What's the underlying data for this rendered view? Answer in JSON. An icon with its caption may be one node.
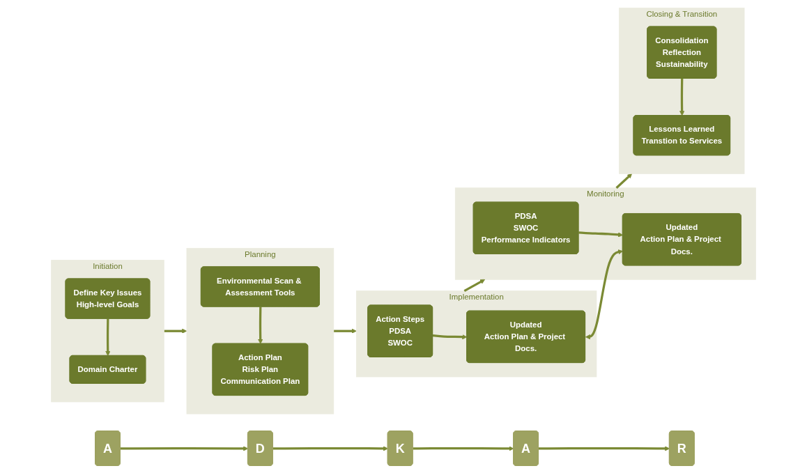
{
  "diagram": {
    "nodes": [
      {
        "text": [
          "Initiation"
        ]
      },
      {
        "text": [
          "Define Key Issues",
          "High-level Goals"
        ],
        "in": 0
      },
      {
        "text": [
          "Domain Charter"
        ],
        "in": 0
      },
      {
        "text": [
          "Planning"
        ]
      },
      {
        "text": [
          "Environmental Scan & Assessment Tools"
        ],
        "in": 3
      },
      {
        "text": [
          "Action Plan",
          "Risk Plan",
          "Communication Plan"
        ],
        "in": 3
      },
      {
        "text": [
          "Implementation"
        ]
      },
      {
        "text": [
          "Action Steps",
          "PDSA",
          "SWOC"
        ],
        "in": 6
      },
      {
        "text": [
          "Updated",
          "Action Plan & Project Docs."
        ],
        "in": 6
      },
      {
        "text": [
          "Monitoring"
        ]
      },
      {
        "text": [
          "PDSA",
          "SWOC",
          "Performance Indicators"
        ],
        "in": 9
      },
      {
        "text": [
          "Updated",
          "Action Plan & Project Docs."
        ],
        "in": 9
      },
      {
        "text": [
          "Closing & Transition"
        ]
      },
      {
        "text": [
          "Consolidation",
          "Reflection",
          "Sustainability"
        ],
        "in": 12
      },
      {
        "text": [
          "Lessons Learned",
          "Transtion to Services"
        ],
        "in": 12
      },
      {
        "text": [
          "A"
        ]
      },
      {
        "text": [
          "D"
        ]
      },
      {
        "text": [
          "K"
        ]
      },
      {
        "text": [
          "A"
        ]
      },
      {
        "text": [
          "R"
        ]
      }
    ],
    "edges": [
      {
        "from": 0,
        "to": 3,
        "arrow": "to"
      },
      {
        "from": 3,
        "to": 6,
        "arrow": "to"
      },
      {
        "from": 6,
        "to": 9,
        "arrow": "to"
      },
      {
        "from": 9,
        "to": 12,
        "arrow": "to"
      },
      {
        "from": 1,
        "to": 2,
        "arrow": "to"
      },
      {
        "from": 4,
        "to": 5,
        "arrow": "to"
      },
      {
        "from": 7,
        "to": 8,
        "arrow": "to"
      },
      {
        "from": 10,
        "to": 11,
        "arrow": "to"
      },
      {
        "from": 13,
        "to": 14,
        "arrow": "to"
      },
      {
        "from": 8,
        "to": 11,
        "arrow": "both"
      },
      {
        "from": 15,
        "to": 16,
        "arrow": "to"
      },
      {
        "from": 16,
        "to": 17,
        "arrow": "to"
      },
      {
        "from": 17,
        "to": 18,
        "arrow": "to"
      },
      {
        "from": 18,
        "to": 19,
        "arrow": "to"
      }
    ]
  }
}
